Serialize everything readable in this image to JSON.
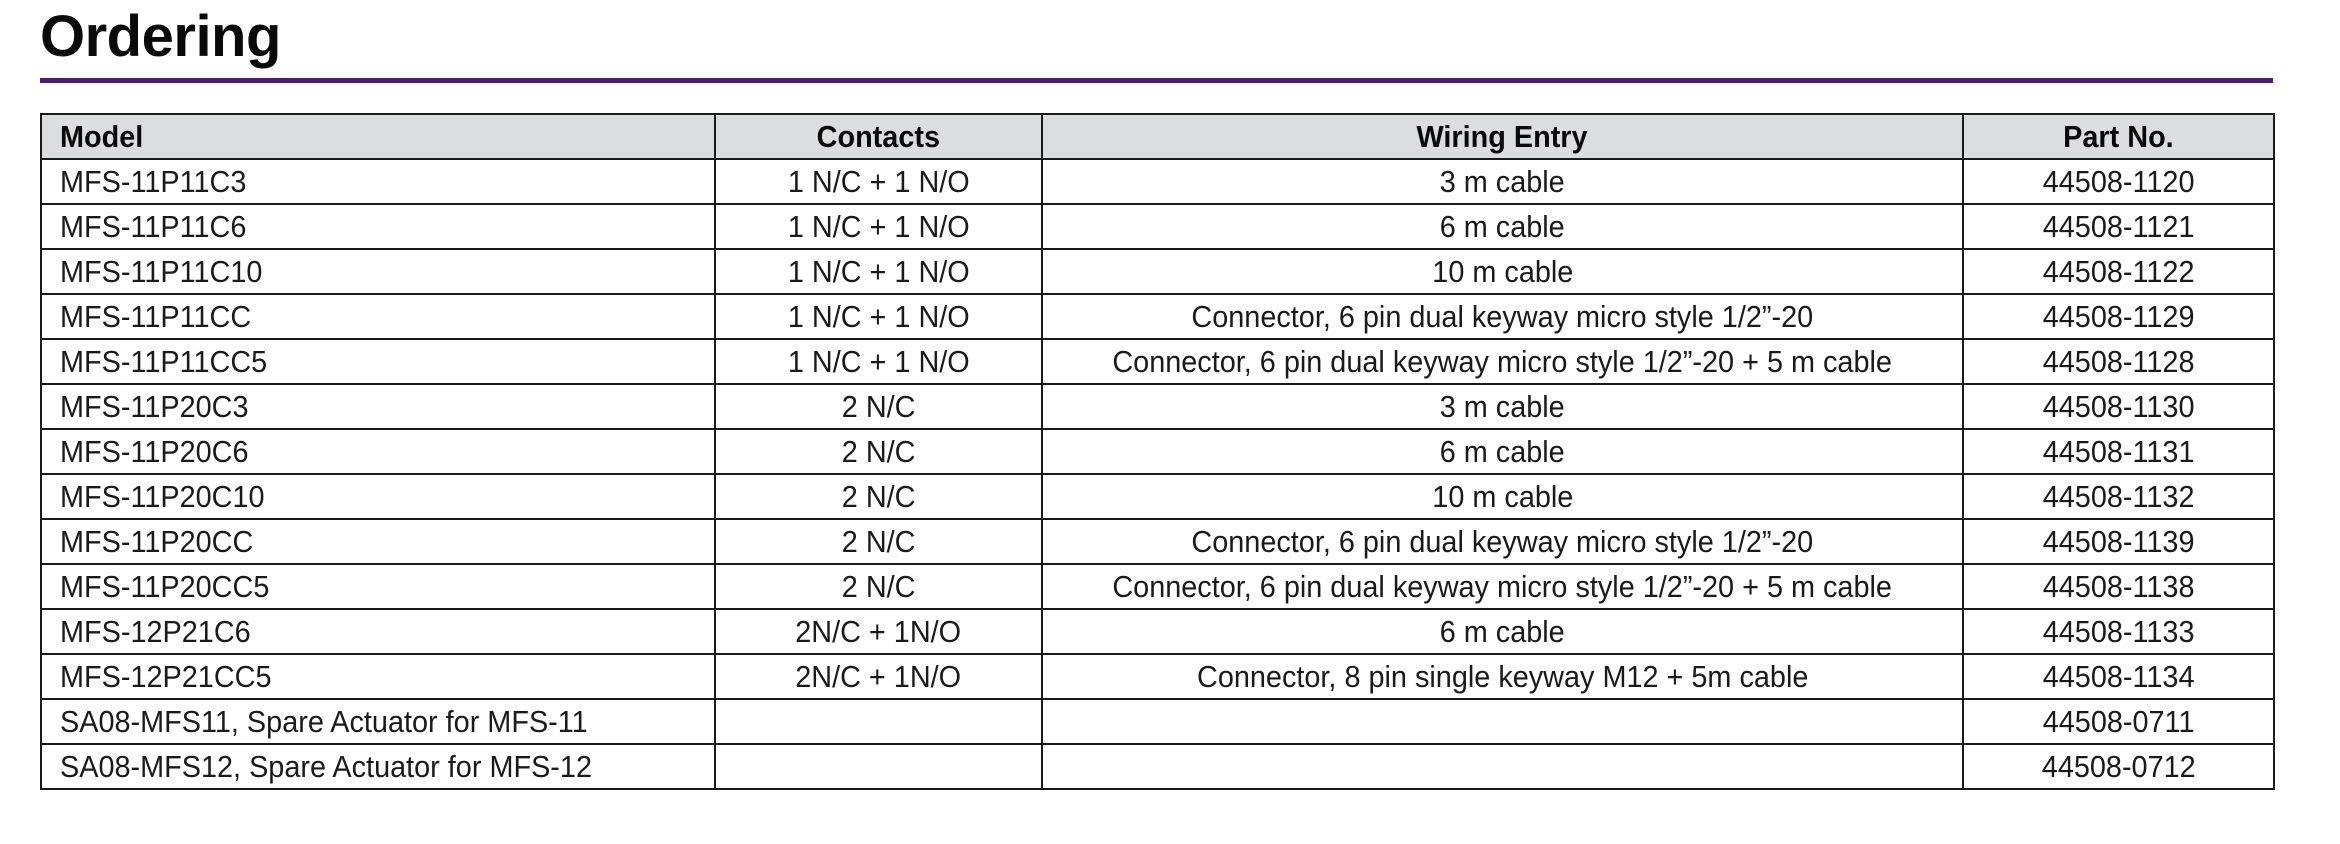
{
  "page": {
    "title": "Ordering",
    "accent_color": "#4b1f6f",
    "header_bg_color": "#dcdddf"
  },
  "table": {
    "columns": [
      "Model",
      "Contacts",
      "Wiring Entry",
      "Part No."
    ],
    "rows": [
      {
        "model": "MFS-11P11C3",
        "contacts": "1 N/C + 1 N/O",
        "wiring": "3 m cable",
        "part": "44508-1120"
      },
      {
        "model": "MFS-11P11C6",
        "contacts": "1 N/C + 1 N/O",
        "wiring": "6 m cable",
        "part": "44508-1121"
      },
      {
        "model": "MFS-11P11C10",
        "contacts": "1 N/C + 1 N/O",
        "wiring": "10 m cable",
        "part": "44508-1122"
      },
      {
        "model": "MFS-11P11CC",
        "contacts": "1 N/C + 1 N/O",
        "wiring": "Connector, 6 pin dual keyway micro style 1/2”-20",
        "part": "44508-1129"
      },
      {
        "model": "MFS-11P11CC5",
        "contacts": "1 N/C + 1 N/O",
        "wiring": "Connector, 6 pin dual keyway micro style 1/2”-20 + 5 m cable",
        "part": "44508-1128"
      },
      {
        "model": "MFS-11P20C3",
        "contacts": "2 N/C",
        "wiring": "3 m cable",
        "part": "44508-1130"
      },
      {
        "model": "MFS-11P20C6",
        "contacts": "2 N/C",
        "wiring": "6 m cable",
        "part": "44508-1131"
      },
      {
        "model": "MFS-11P20C10",
        "contacts": "2 N/C",
        "wiring": "10 m cable",
        "part": "44508-1132"
      },
      {
        "model": "MFS-11P20CC",
        "contacts": "2 N/C",
        "wiring": "Connector, 6 pin dual keyway micro style 1/2”-20",
        "part": "44508-1139"
      },
      {
        "model": "MFS-11P20CC5",
        "contacts": "2 N/C",
        "wiring": "Connector, 6 pin dual keyway micro style 1/2”-20 + 5 m cable",
        "part": "44508-1138"
      },
      {
        "model": "MFS-12P21C6",
        "contacts": "2N/C + 1N/O",
        "wiring": "6 m cable",
        "part": "44508-1133"
      },
      {
        "model": "MFS-12P21CC5",
        "contacts": "2N/C + 1N/O",
        "wiring": "Connector, 8 pin single keyway M12 + 5m cable",
        "part": "44508-1134"
      },
      {
        "model": "SA08-MFS11, Spare Actuator for MFS-11",
        "contacts": "",
        "wiring": "",
        "part": "44508-0711"
      },
      {
        "model": "SA08-MFS12, Spare Actuator for MFS-12",
        "contacts": "",
        "wiring": "",
        "part": "44508-0712"
      }
    ]
  }
}
